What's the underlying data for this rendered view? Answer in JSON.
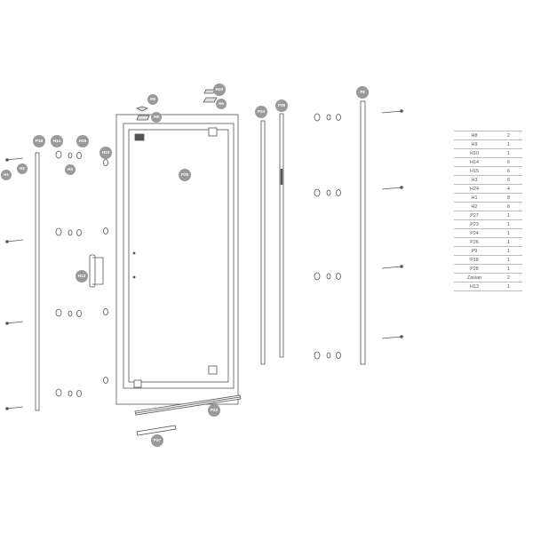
{
  "labels": {
    "P18": "P18",
    "H14": "H14",
    "H15": "H15",
    "H24": "H24",
    "H3": "H3",
    "H1": "H1",
    "H2": "H2",
    "H9": "H9",
    "H8": "H8",
    "H10": "H10",
    "H6": "H6",
    "P24": "P24",
    "P26": "P26",
    "P9": "P9",
    "P28": "P28",
    "H13": "H13",
    "P23": "P23",
    "P27": "P27"
  },
  "parts_table": {
    "rows": [
      {
        "part": "H8",
        "qty": "2"
      },
      {
        "part": "H9",
        "qty": "1"
      },
      {
        "part": "H10",
        "qty": "1"
      },
      {
        "part": "H14",
        "qty": "6"
      },
      {
        "part": "H15",
        "qty": "6"
      },
      {
        "part": "H3",
        "qty": "6"
      },
      {
        "part": "H24",
        "qty": "4"
      },
      {
        "part": "H1",
        "qty": "8"
      },
      {
        "part": "H2",
        "qty": "8"
      },
      {
        "part": "P27",
        "qty": "1"
      },
      {
        "part": "P23",
        "qty": "1"
      },
      {
        "part": "P24",
        "qty": "1"
      },
      {
        "part": "P26",
        "qty": "1"
      },
      {
        "part": "P9",
        "qty": "1"
      },
      {
        "part": "P18",
        "qty": "1"
      },
      {
        "part": "P28",
        "qty": "1"
      },
      {
        "part": "Zasian",
        "qty": "2"
      },
      {
        "part": "H13",
        "qty": "1"
      }
    ]
  },
  "colors": {
    "line": "#555555",
    "tag": "#9a9a9a",
    "table_line": "#bcbcbc"
  }
}
